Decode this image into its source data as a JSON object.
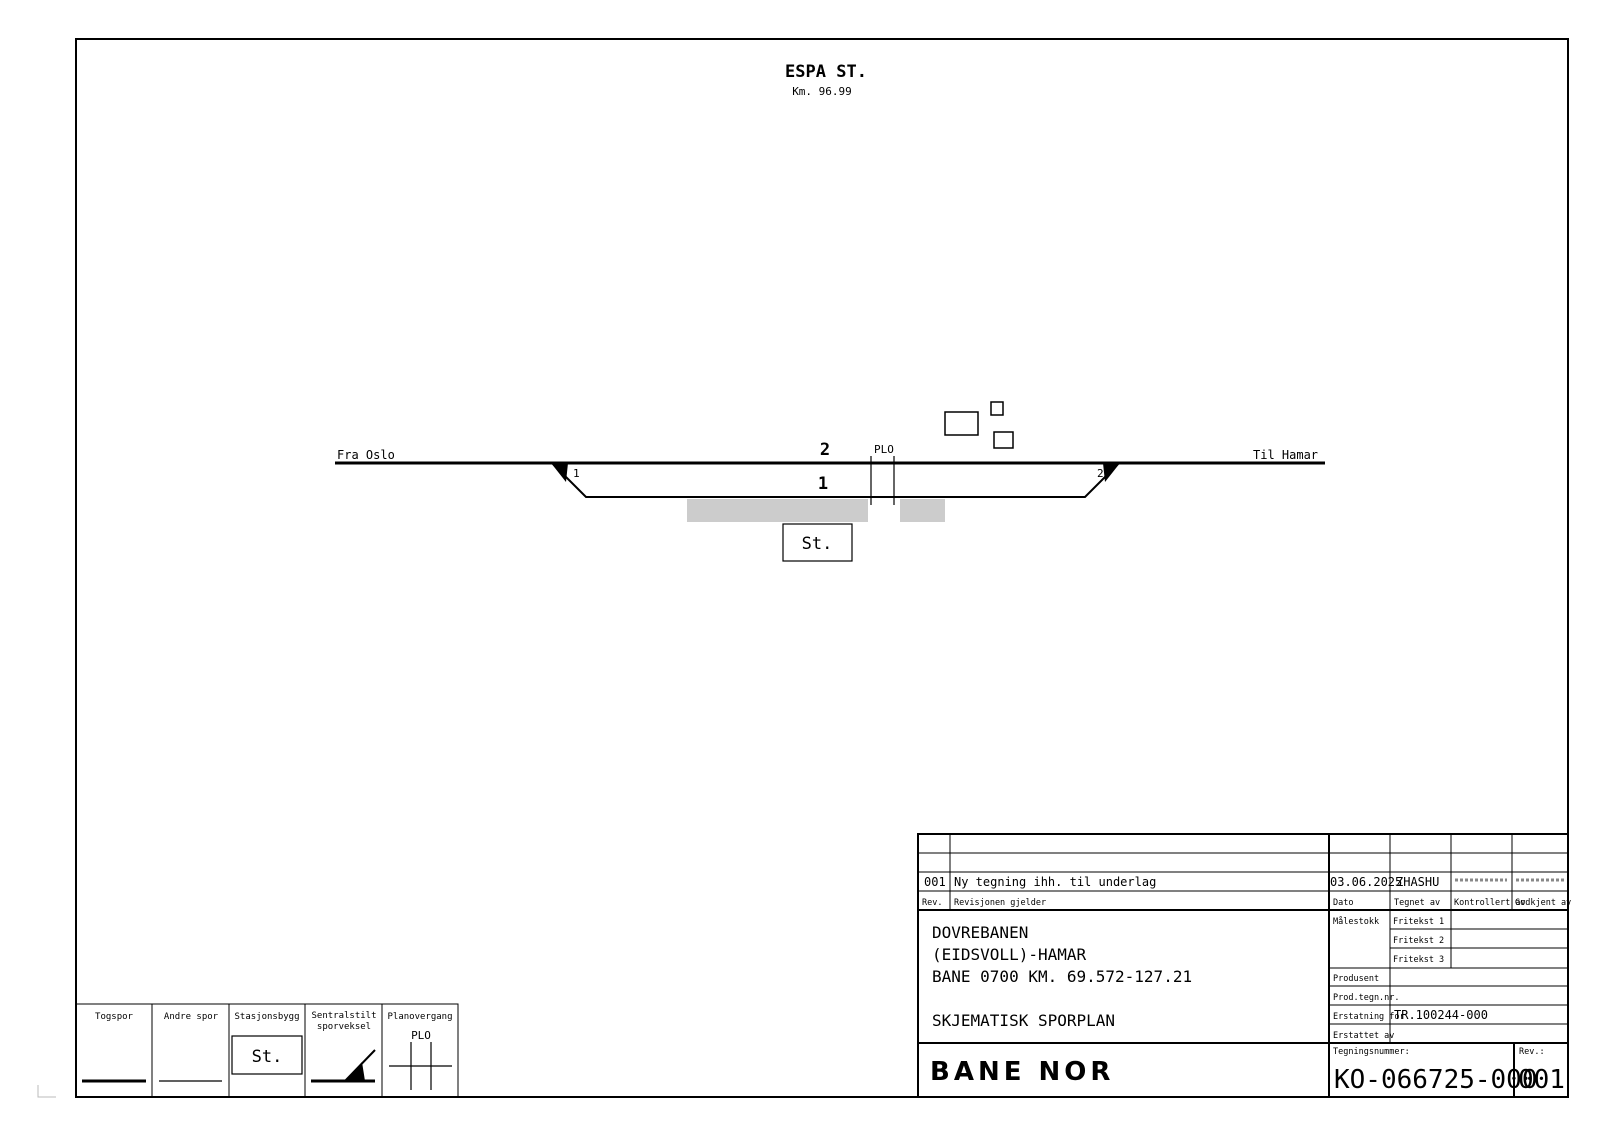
{
  "drawing": {
    "title": "ESPA ST.",
    "km": "Km. 96.99",
    "from_label": "Fra Oslo",
    "to_label": "Til Hamar",
    "track_main": "2",
    "track_side": "1",
    "switch_1": "1",
    "switch_2": "2",
    "crossing_label": "PLO",
    "station_label": "St."
  },
  "legend": {
    "togspor": "Togspor",
    "andre_spor": "Andre spor",
    "stasjonsbygg": "Stasjonsbygg",
    "stasjonsbygg_symbol": "St.",
    "sentralstilt_1": "Sentralstilt",
    "sentralstilt_2": "sporveksel",
    "planovergang": "Planovergang",
    "planovergang_symbol": "PLO"
  },
  "title_block": {
    "revision": {
      "rev": "001",
      "description": "Ny tegning ihh. til underlag",
      "date": "03.06.2025",
      "drawn_by": "ZHASHU"
    },
    "headers": {
      "rev": "Rev.",
      "revisjonen_gjelder": "Revisjonen gjelder",
      "dato": "Dato",
      "tegnet_av": "Tegnet av",
      "kontrollert_av": "Kontrollert av",
      "godkjent_av": "Godkjent av"
    },
    "project": {
      "line1": "DOVREBANEN",
      "line2": "(EIDSVOLL)-HAMAR",
      "line3": "BANE 0700 KM. 69.572-127.21",
      "line4": "SKJEMATISK SPORPLAN"
    },
    "fields": {
      "malestokk": "Målestokk",
      "fritekst_1": "Fritekst 1",
      "fritekst_2": "Fritekst 2",
      "fritekst_3": "Fritekst 3",
      "produsent": "Produsent",
      "prod_tegn_nr": "Prod.tegn.nr.",
      "erstatning_for": "Erstatning for",
      "erstatning_for_value": "TR.100244-000",
      "erstattet_av": "Erstattet av",
      "tegningsnummer": "Tegningsnummer:",
      "drawing_number": "KO-066725-000",
      "rev_label": "Rev.:",
      "rev_value": "001"
    },
    "logo": "BANE NOR"
  }
}
